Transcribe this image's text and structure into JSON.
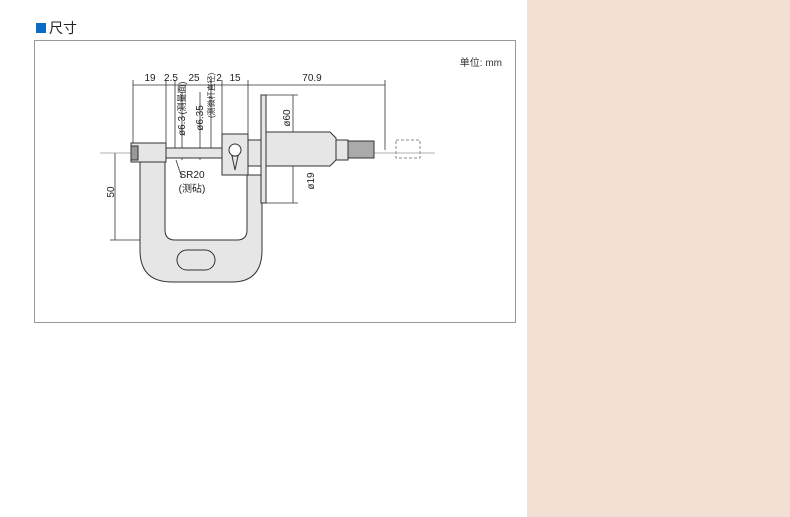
{
  "section_title": "尺寸",
  "unit_label": "单位: mm",
  "dimensions": {
    "top": [
      "19",
      "2.5",
      "25",
      "2",
      "15",
      "70.9"
    ],
    "height": "50",
    "face_dia": "ø6.3",
    "face_note": "(测量面)",
    "spindle_dia": "ø6.35",
    "spindle_note": "(测微杆直径)",
    "disk_dia": "ø60",
    "sleeve_dia": "ø19",
    "anvil_radius": "SR20",
    "anvil_note": "(测砧)"
  },
  "colors": {
    "accent": "#0a6cc4",
    "side_panel": "#f4dfd4",
    "body_fill": "#e6e6e6"
  }
}
